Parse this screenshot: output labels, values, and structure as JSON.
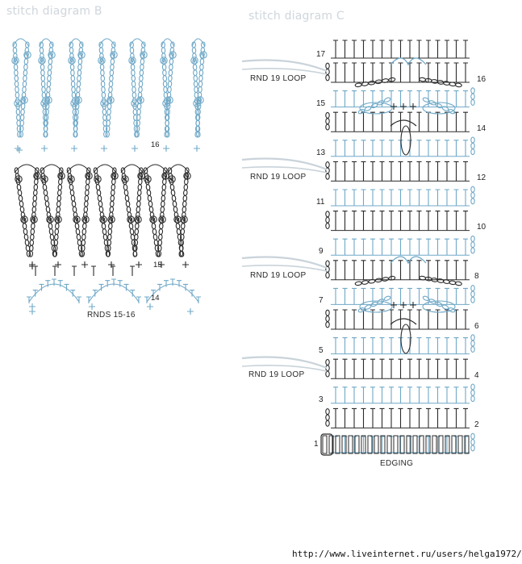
{
  "diagram_b": {
    "title": "stitch diagram B",
    "caption": "RNDS 15-16",
    "row_labels": [
      "16",
      "15",
      "14"
    ]
  },
  "diagram_c": {
    "title": "stitch diagram C",
    "caption": "EDGING",
    "left_row_labels": [
      "17",
      "15",
      "13",
      "11",
      "9",
      "7",
      "5",
      "3",
      "1"
    ],
    "right_row_labels": [
      "16",
      "14",
      "12",
      "10",
      "8",
      "6",
      "4",
      "2"
    ],
    "loop_labels": [
      "RND 19 LOOP",
      "RND 19 LOOP",
      "RND 19 LOOP",
      "RND 19 LOOP"
    ]
  },
  "footer": {
    "url": "http://www.liveinternet.ru/users/helga1972/"
  },
  "colors": {
    "blue": "#6fa8c7",
    "dark": "#2b2b2b",
    "title": "#cfd6dc",
    "loop": "#c9d3da"
  }
}
